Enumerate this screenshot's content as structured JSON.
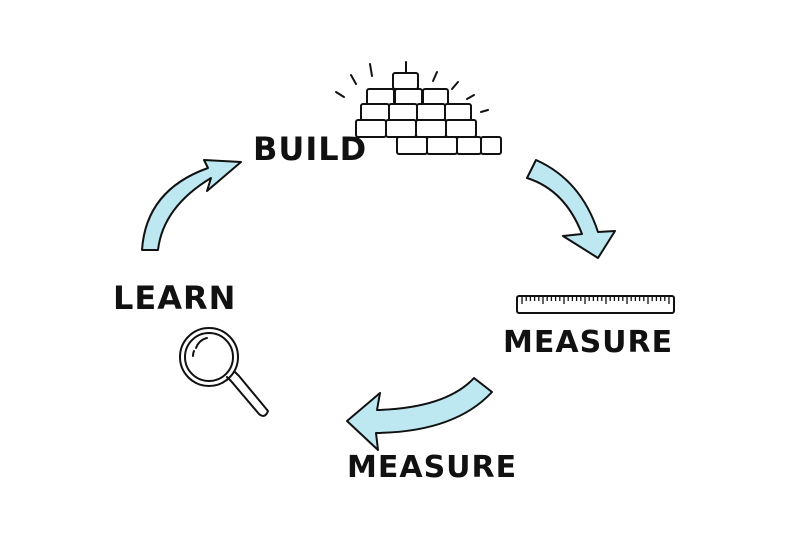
{
  "steps": {
    "build": "BUILD",
    "measure_right": "MEASURE",
    "measure_bottom": "MEASURE",
    "learn": "LEARN"
  },
  "icons": {
    "build": "brick-stack-icon",
    "measure": "ruler-icon",
    "learn": "magnifying-glass-icon"
  },
  "colors": {
    "arrow_fill": "#bde8f1",
    "stroke": "#111111",
    "background": "#ffffff"
  }
}
